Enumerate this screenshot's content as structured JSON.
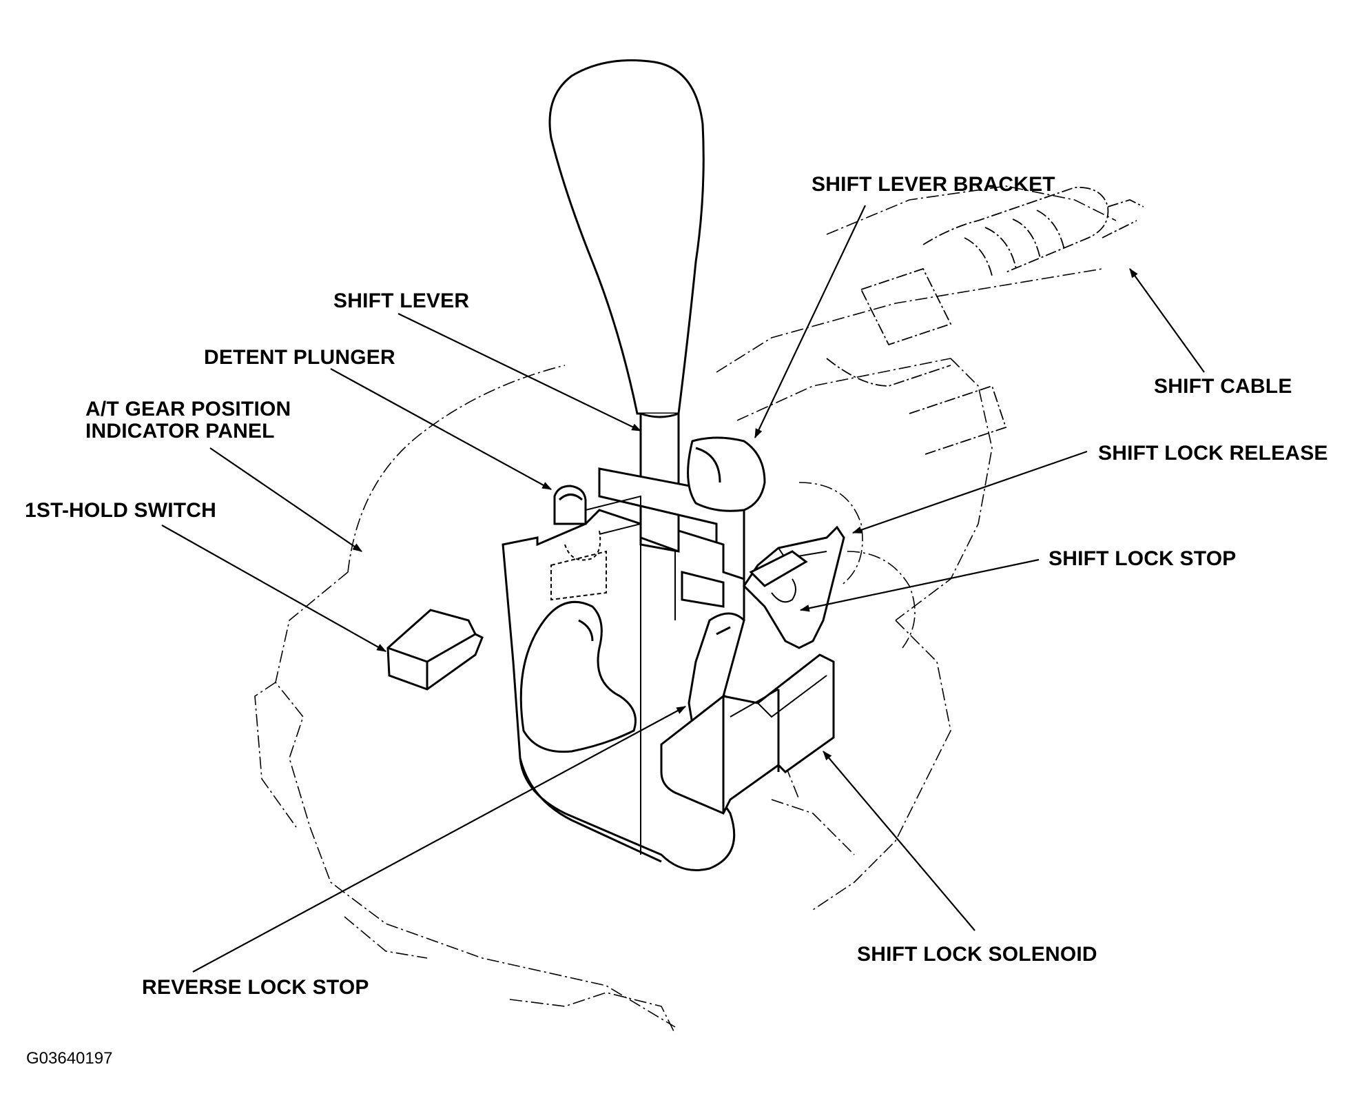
{
  "figure_id": "G03640197",
  "labels": {
    "shift_lever_bracket": "SHIFT LEVER BRACKET",
    "shift_lever": "SHIFT LEVER",
    "detent_plunger": "DETENT PLUNGER",
    "at_gear_position_line1": "A/T GEAR POSITION",
    "at_gear_position_line2": "INDICATOR PANEL",
    "first_hold_switch": "1ST-HOLD SWITCH",
    "shift_cable": "SHIFT CABLE",
    "shift_lock_release": "SHIFT LOCK RELEASE",
    "shift_lock_stop": "SHIFT LOCK STOP",
    "shift_lock_solenoid": "SHIFT LOCK SOLENOID",
    "reverse_lock_stop": "REVERSE LOCK STOP"
  },
  "colors": {
    "ink": "#000000",
    "background": "#ffffff"
  }
}
